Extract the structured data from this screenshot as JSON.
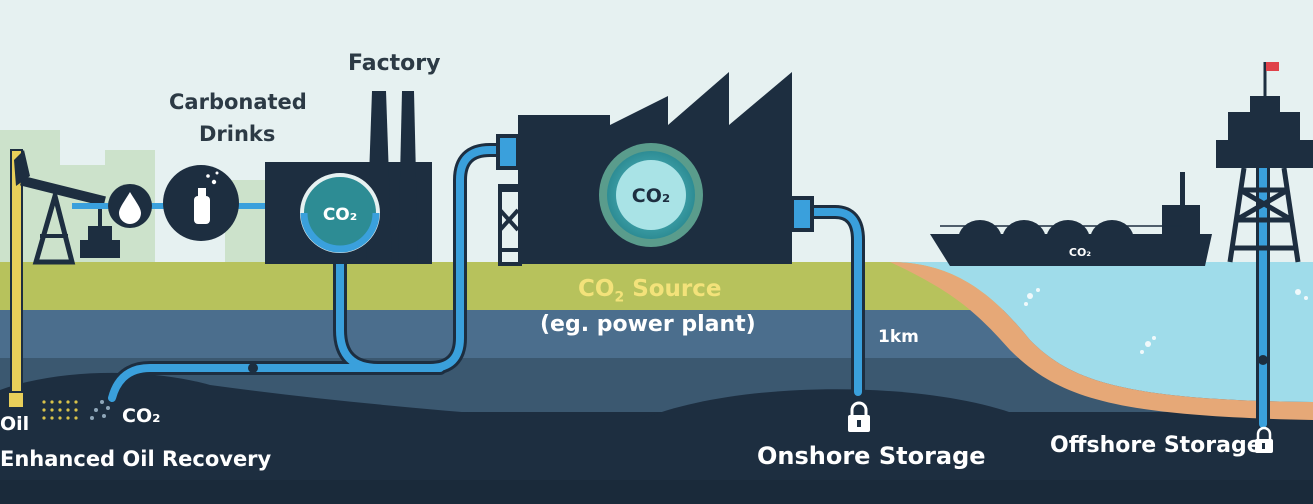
{
  "labels": {
    "factory": "Factory",
    "carbonated_line1": "Carbonated",
    "carbonated_line2": "Drinks",
    "source_title": "CO",
    "source_title_sub": "2",
    "source_title_rest": " Source",
    "source_example": "(eg. power plant)",
    "depth": "1km",
    "oil": "Oil",
    "eor": "Enhanced Oil Recovery",
    "eor_co2": "CO₂",
    "onshore": "Onshore Storage",
    "offshore": "Offshore Storage"
  },
  "icons": {
    "factory_co2": "CO₂",
    "source_co2": "CO₂",
    "ship_co2": "CO₂"
  },
  "colors": {
    "pipe": "#3aa0dc",
    "navy": "#1d2e40",
    "ground": "#b7c25c",
    "sea": "#9fdcea",
    "seabed": "#e6a877"
  }
}
